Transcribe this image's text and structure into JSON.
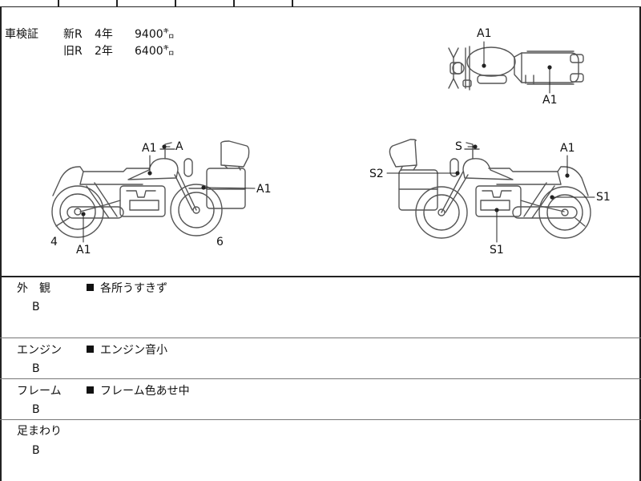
{
  "inspection": {
    "title": "車検証",
    "new_label": "新R",
    "new_years": "4年",
    "new_distance": "9400㌔",
    "old_label": "旧R",
    "old_years": "2年",
    "old_distance": "6400㌔"
  },
  "damage_labels": {
    "top_tank": "A1",
    "top_seat": "A1",
    "left_tank": "A1",
    "left_handle": "A",
    "left_bag": "A1",
    "left_muffler": "A1",
    "left_front_tire": "4",
    "left_rear_tire": "6",
    "right_handle": "S",
    "right_tail": "A1",
    "right_bag": "S2",
    "right_rear": "S1",
    "right_engine": "S1"
  },
  "sections": [
    {
      "label": "外　観",
      "grade": "B",
      "remarks": [
        "各所うすきず"
      ]
    },
    {
      "label": "エンジン",
      "grade": "B",
      "remarks": [
        "エンジン音小"
      ]
    },
    {
      "label": "フレーム",
      "grade": "B",
      "remarks": [
        "フレーム色あせ中"
      ]
    },
    {
      "label": "足まわり",
      "grade": "B",
      "remarks": []
    }
  ],
  "colors": {
    "line": "#222222",
    "drawing": "#555555"
  }
}
